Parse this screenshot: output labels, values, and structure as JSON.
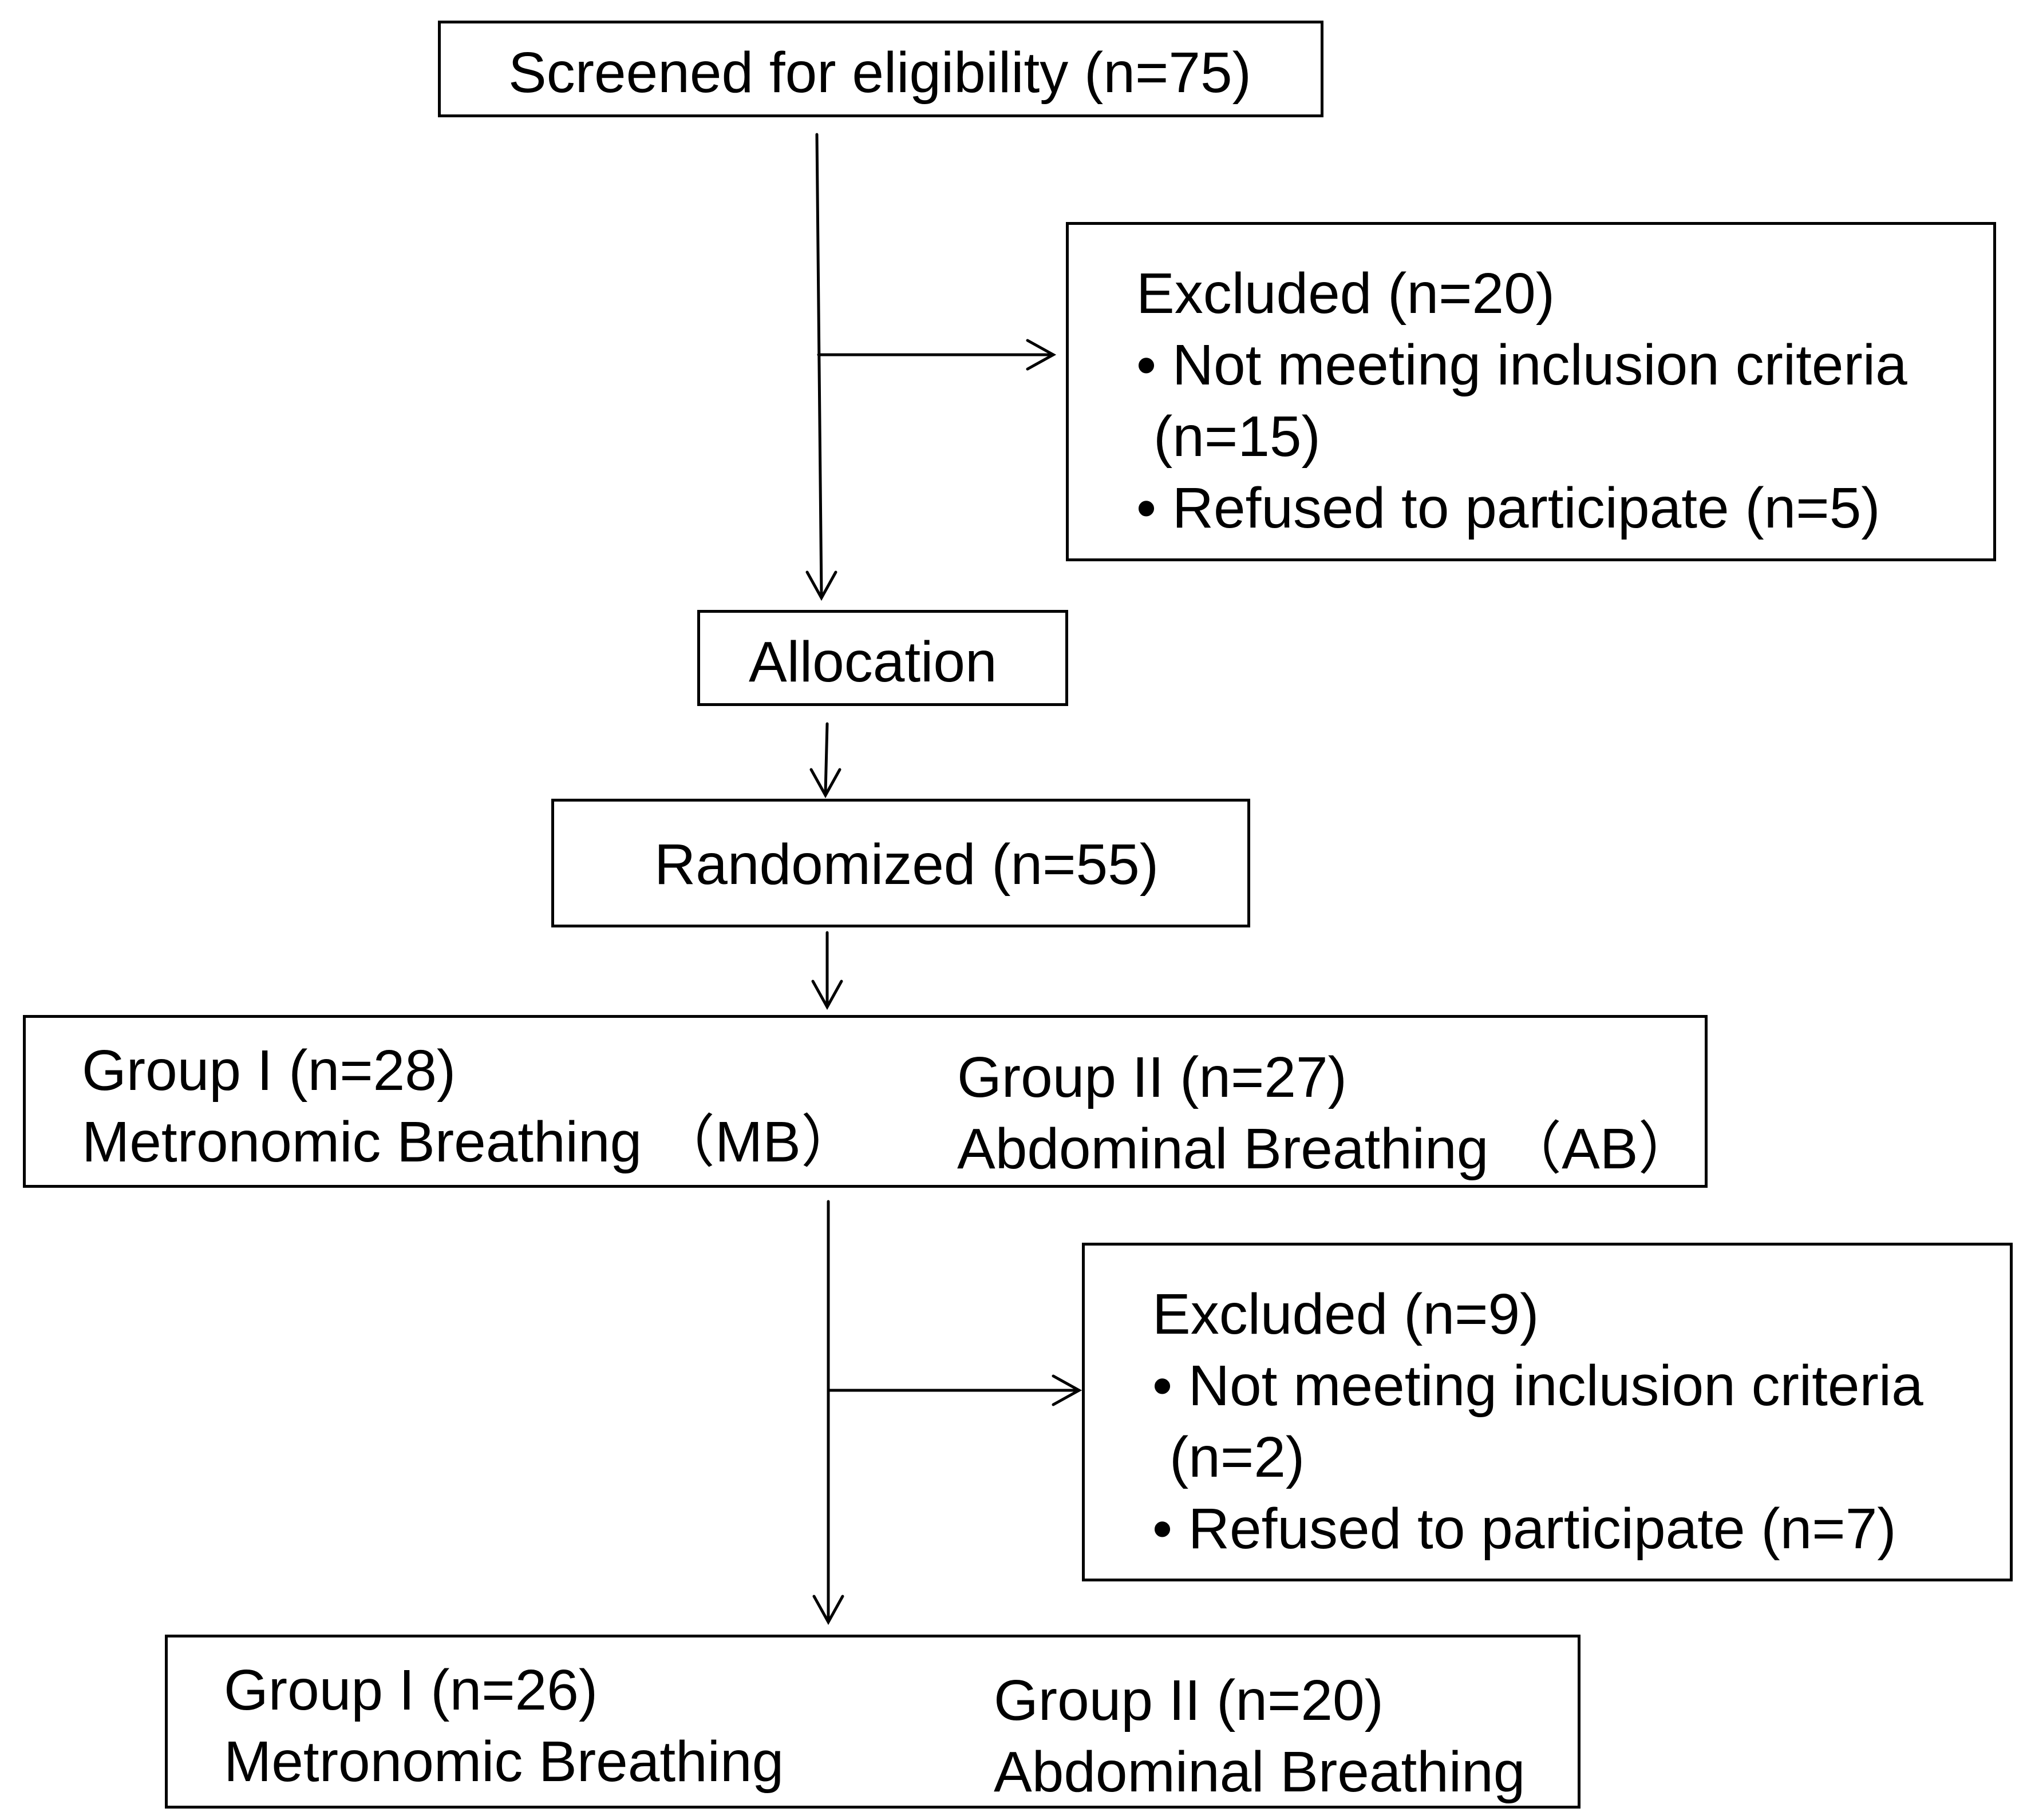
{
  "screened": {
    "text": "Screened for eligibility (n=75)"
  },
  "excluded1": {
    "title": "Excluded (n=20)",
    "line1": "• Not meeting inclusion criteria",
    "line2": "(n=15)",
    "line3": "• Refused to participate (n=5)"
  },
  "allocation": {
    "text": "Allocation"
  },
  "randomized": {
    "text": "Randomized (n=55)"
  },
  "groups_allocated": {
    "g1_title": "Group I (n=28)",
    "g1_name": "Metronomic Breathing （MB）",
    "g2_title": "Group II (n=27)",
    "g2_name": "Abdominal Breathing （AB）"
  },
  "excluded2": {
    "title": "Excluded (n=9)",
    "line1": "• Not meeting inclusion criteria",
    "line2": "(n=2)",
    "line3": "• Refused to participate (n=7)"
  },
  "groups_final": {
    "g1_title": "Group I (n=26)",
    "g1_name": "Metronomic Breathing",
    "g2_title": "Group II (n=20)",
    "g2_name": "Abdominal Breathing"
  }
}
